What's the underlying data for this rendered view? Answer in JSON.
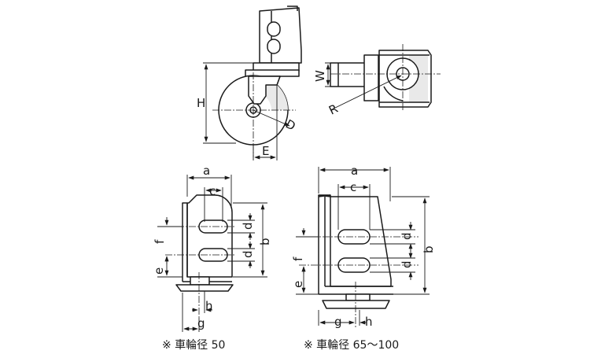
{
  "labels": {
    "H": "H",
    "D": "D",
    "E": "E",
    "W": "W",
    "R": "R",
    "a": "a",
    "b": "b",
    "c": "c",
    "d": "d",
    "e": "e",
    "f": "f",
    "g": "g",
    "h": "h"
  },
  "captions": {
    "small": "※ 車輪径 50",
    "large": "※ 車輪径 65〜100"
  }
}
